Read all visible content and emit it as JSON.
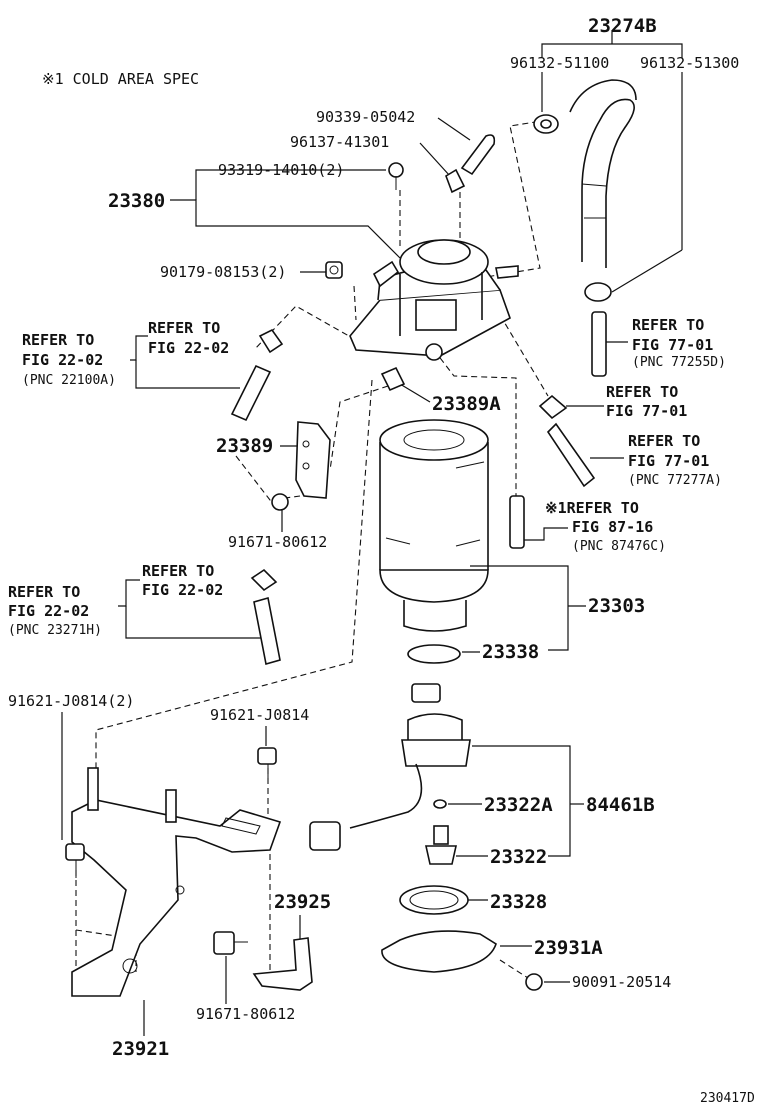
{
  "note": "※1 COLD AREA SPEC",
  "figure_id": "230417D",
  "labels": {
    "p23274B": "23274B",
    "p96132_51100": "96132-51100",
    "p96132_51300": "96132-51300",
    "p90339_05042": "90339-05042",
    "p96137_41301": "96137-41301",
    "p93319_14010": "93319-14010(2)",
    "p23380": "23380",
    "p90179_08153": "90179-08153(2)",
    "p23389A": "23389A",
    "p23389": "23389",
    "p91671_80612_a": "91671-80612",
    "p23303": "23303",
    "p23338": "23338",
    "p91621_J0814_2": "91621-J0814(2)",
    "p91621_J0814": "91621-J0814",
    "p23322A": "23322A",
    "p84461B": "84461B",
    "p23322": "23322",
    "p23328": "23328",
    "p23925": "23925",
    "p23931A": "23931A",
    "p90091_20514": "90091-20514",
    "p91671_80612_b": "91671-80612",
    "p23921": "23921"
  },
  "refs": {
    "r1_line1": "REFER TO",
    "r1_line2": "FIG 22-02",
    "r1_line3": "(PNC 22100A)",
    "r2_line1": "REFER TO",
    "r2_line2": "FIG 22-02",
    "r3_line1": "REFER TO",
    "r3_line2": "FIG 77-01",
    "r3_line3": "(PNC 77255D)",
    "r4_line1": "REFER TO",
    "r4_line2": "FIG 77-01",
    "r5_line1": "REFER TO",
    "r5_line2": "FIG 77-01",
    "r5_line3": "(PNC 77277A)",
    "r6_line1": "※1REFER TO",
    "r6_line2": "FIG 87-16",
    "r6_line3": "(PNC 87476C)",
    "r7_line1": "REFER TO",
    "r7_line2": "FIG 22-02",
    "r8_line1": "REFER TO",
    "r8_line2": "FIG 22-02",
    "r8_line3": "(PNC 23271H)"
  }
}
